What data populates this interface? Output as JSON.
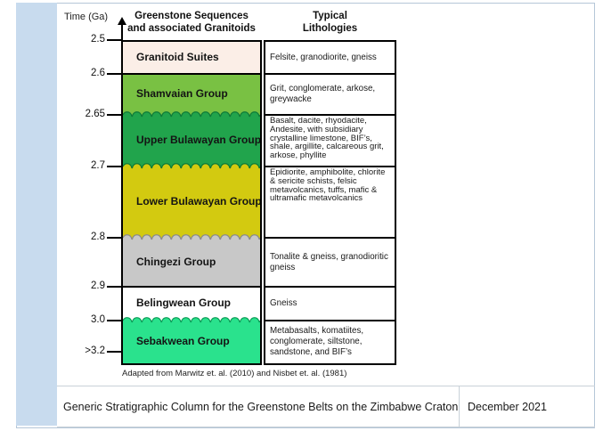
{
  "colors": {
    "accent_band": "#c8dbee",
    "frame_border": "#b5c7d8",
    "footer_border": "#c9d1d8",
    "box_border": "#000000"
  },
  "axis": {
    "title": "Time (Ga)",
    "tick_labels": [
      "2.5",
      "2.6",
      "2.65",
      "2.7",
      "2.8",
      "2.9",
      "3.0",
      ">3.2"
    ]
  },
  "headers": {
    "left_line1": "Greenstone Sequences",
    "left_line2": "and associated Granitoids",
    "right_line1": "Typical",
    "right_line2": "Lithologies"
  },
  "units": [
    {
      "id": "granitoid-suites",
      "name": "Granitoid Suites",
      "lithology": "Felsite, granodiorite, gneiss",
      "fill": "#fbeee7",
      "contact_above": "box-top"
    },
    {
      "id": "shamvaian-group",
      "name": "Shamvaian Group",
      "lithology": "Grit, conglomerate, arkose, greywacke",
      "fill": "#79c143",
      "contact_above": "line"
    },
    {
      "id": "upper-bulawayan-group",
      "name": "Upper Bulawayan Group",
      "lithology": "Basalt, dacite, rhyodacite, Andesite, with subsidiary crystalline limestone, BIF’s, shale, argillite, calcareous grit, arkose, phyllite",
      "fill": "#21a44c",
      "contact_above": "unconformity",
      "wave_stroke": "#0d7a38"
    },
    {
      "id": "lower-bulawayan-group",
      "name": "Lower Bulawayan Group",
      "lithology": "Epidiorite, amphibolite, chlorite & sericite schists, felsic metavolcanics, tuffs, mafic & ultramafic metavolcanics",
      "fill": "#d3ca10",
      "contact_above": "unconformity",
      "wave_stroke": "#0d7a38"
    },
    {
      "id": "chingezi-group",
      "name": "Chingezi Group",
      "lithology": "Tonalite & gneiss, granodioritic gneiss",
      "fill": "#c8c8c8",
      "contact_above": "unconformity",
      "wave_stroke": "#8a8a8a"
    },
    {
      "id": "belingwean-group",
      "name": "Belingwean Group",
      "lithology": "Gneiss",
      "fill": "#ffffff",
      "contact_above": "line"
    },
    {
      "id": "sebakwean-group",
      "name": "Sebakwean Group",
      "lithology": "Metabasalts, komatiites, conglomerate, siltstone, sandstone, and BIF’s",
      "fill": "#2ae28d",
      "contact_above": "unconformity",
      "wave_stroke": "#0b9e58"
    }
  ],
  "caption": "Adapted from Marwitz et. al. (2010) and Nisbet et. al. (1981)",
  "footer": {
    "title": "Generic Stratigraphic Column for the Greenstone Belts on the Zimbabwe Craton",
    "date": "December 2021"
  }
}
